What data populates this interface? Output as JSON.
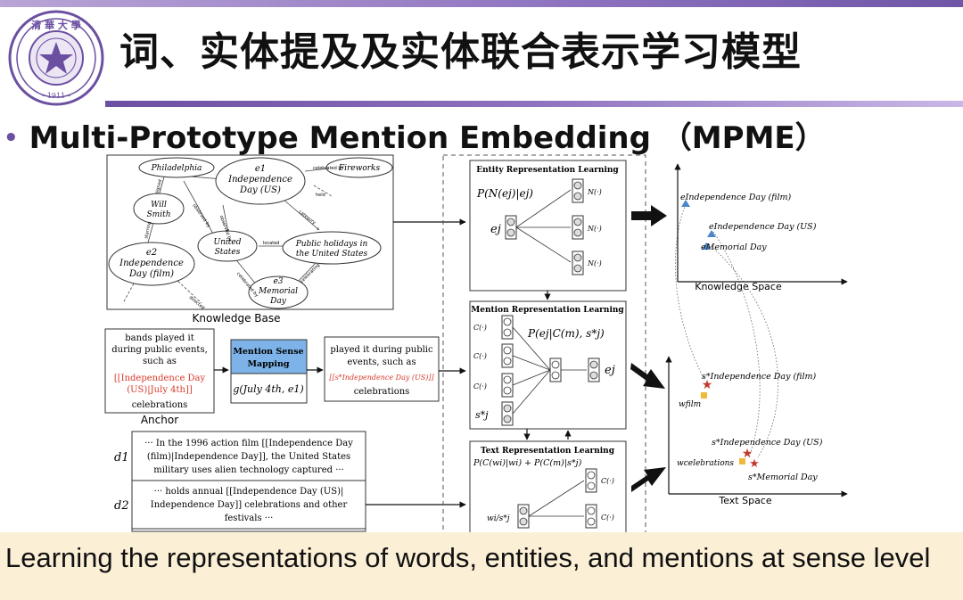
{
  "header": {
    "title": "词、实体提及及实体联合表示学习模型",
    "subtitle": "Multi-Prototype Mention Embedding （MPME）",
    "bullet": "•"
  },
  "knowledge_base": {
    "caption": "Knowledge Base",
    "nodes": {
      "philadelphia": "Philadelphia",
      "fireworks": "Fireworks",
      "e1_sym": "e1",
      "e1_l1": "Independence",
      "e1_l2": "Day (US)",
      "will_smith_l1": "Will",
      "will_smith_l2": "Smith",
      "united_states_l1": "United",
      "united_states_l2": "States",
      "public_holidays_l1": "Public holidays in",
      "public_holidays_l2": "the United States",
      "e2_sym": "e2",
      "e2_l1": "Independence",
      "e2_l2": "Day (film)",
      "e3_sym": "e3",
      "e3_l1": "Memorial",
      "e3_l2": "Day"
    },
    "edges": [
      "celebrated by",
      "held",
      "signed",
      "observed by",
      "category",
      "located",
      "observed by",
      "celebrated by",
      "starring",
      "celebrating",
      "directed"
    ]
  },
  "anchor": {
    "caption": "Anchor",
    "lines": [
      "bands played it",
      "during public events,",
      "such as"
    ],
    "red_lines": [
      "[[Independence Day",
      "(US)|July 4th]]"
    ],
    "tail": "celebrations"
  },
  "mention_sense": {
    "title_l1": "Mention Sense",
    "title_l2": "Mapping",
    "formula": "g(July 4th, e1)",
    "color": "#7db3e8"
  },
  "played": {
    "lines": [
      "played it during public",
      "events, such as"
    ],
    "red": "[[s*Independence Day (US)]]",
    "tail": "celebrations"
  },
  "docs": {
    "d1_label": "d1",
    "d1_lines": [
      "··· In the 1996 action film [[Independence Day",
      "(film)|Independence Day]], the United States",
      "military uses alien technology captured ···"
    ],
    "d2_label": "d2",
    "d2_lines": [
      "··· holds annual [[Independence Day (US)|",
      "Independence Day]] celebrations and other",
      "festivals ···"
    ]
  },
  "entity_learning": {
    "title": "Entity Representation Learning",
    "formula": "P(N(ej)|ej)",
    "ej": "ej",
    "ctx": "N(·)"
  },
  "mention_learning": {
    "title": "Mention Representation Learning",
    "formula": "P(ej|C(m), s*j)",
    "c_label": "C(·)",
    "s_label": "s*j",
    "ej": "ej"
  },
  "text_learning": {
    "title": "Text Representation Learning",
    "formula": "P(C(wi)|wi) + P(C(m)|s*j)",
    "ws_label": "wi/s*j",
    "c_label": "C(·)"
  },
  "knowledge_space": {
    "caption": "Knowledge Space",
    "labels": [
      "eIndependence Day (film)",
      "eIndependence Day (US)",
      "eMemorial Day"
    ]
  },
  "text_space": {
    "caption": "Text Space",
    "labels": [
      "s*Independence Day (film)",
      "wfilm",
      "s*Independence Day (US)",
      "wcelebrations",
      "s*Memorial Day"
    ]
  },
  "footer": {
    "text": "Learning the representations of words, entities, and mentions at sense level"
  },
  "colors": {
    "accent": "#6b4fa1",
    "red": "#d63a2a",
    "footer_bg": "#fbefd6",
    "mapping_box": "#7db3e8"
  }
}
